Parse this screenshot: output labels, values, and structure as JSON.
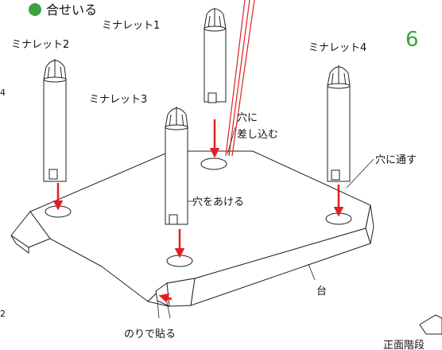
{
  "step_number": "6",
  "step_fragment": "合せいる",
  "labels": {
    "minaret_1": "ミナレット1",
    "minaret_2": "ミナレット2",
    "minaret_3": "ミナレット3",
    "minaret_4": "ミナレット4",
    "insert_hole": "穴に\n差し込む",
    "through_hole": "穴に通す",
    "make_hole": "穴をあける",
    "base": "台",
    "glue": "のりで貼る",
    "front_stairs": "正面階段"
  },
  "margin_marks": {
    "left_top": "4",
    "left_bottom": "2"
  },
  "colors": {
    "arrow": "#e02020",
    "step_number": "#3da13d",
    "line": "#222222",
    "fill": "#ffffff"
  }
}
